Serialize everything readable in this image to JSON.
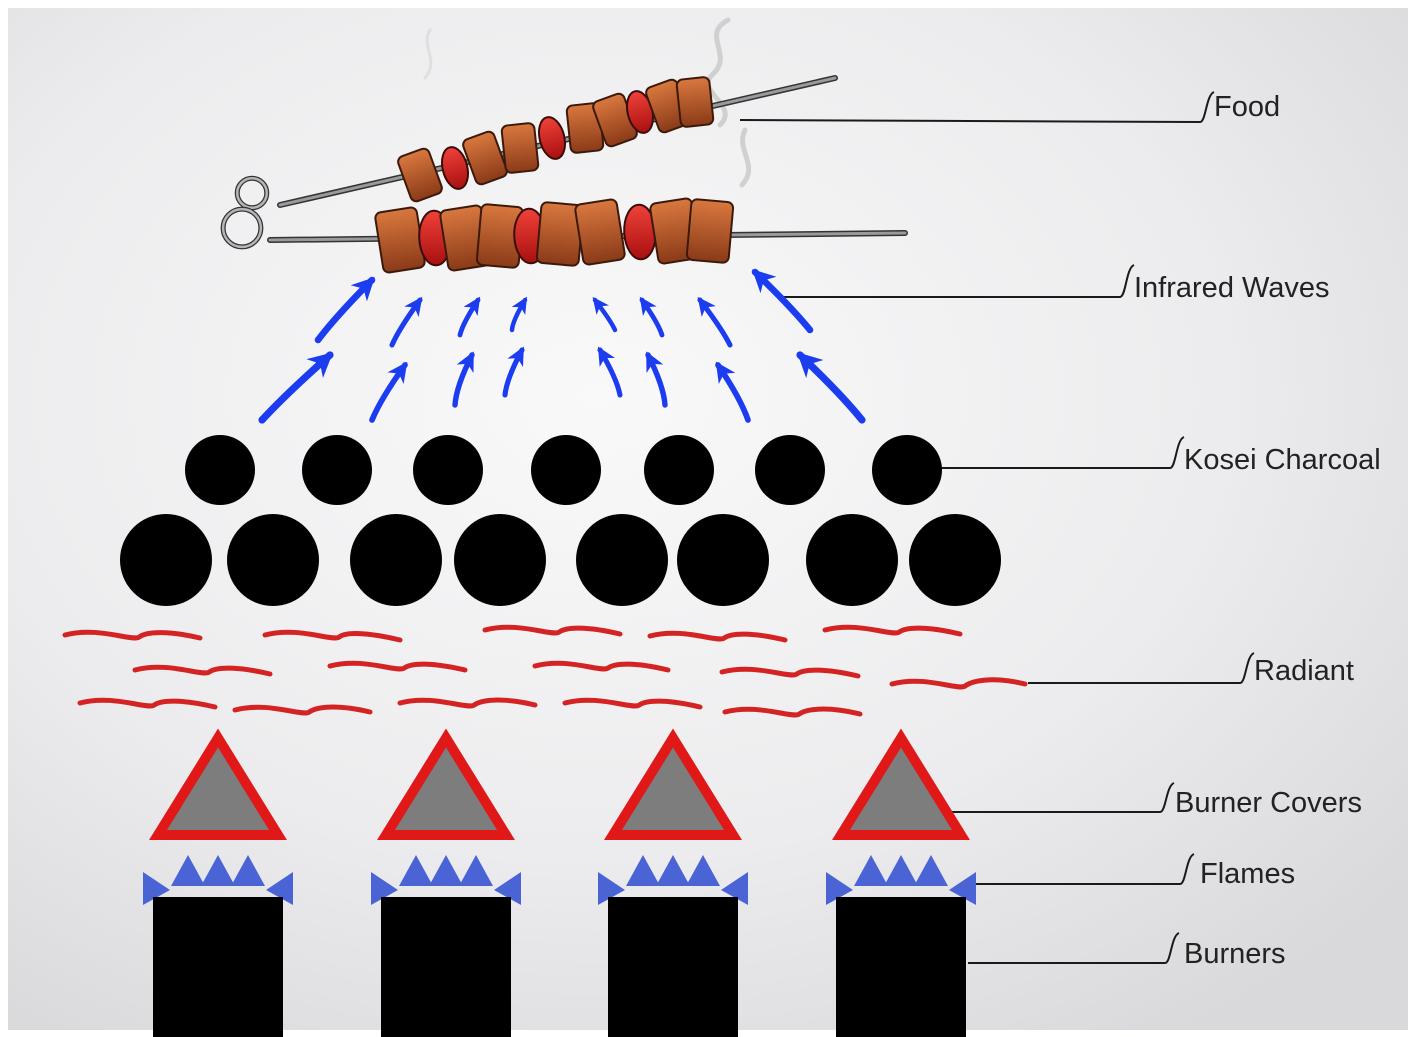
{
  "colors": {
    "background_light": "#f7f7f7",
    "background_mid": "#e4e4e6",
    "charcoal": "#000000",
    "infrared_arrows": "#1c3cf0",
    "radiant_waves": "#d42323",
    "burner_cover_outline": "#e01818",
    "burner_cover_fill": "#7d7d7d",
    "flames": "#4a64d6",
    "burners": "#000000",
    "leader_lines": "#1a1a1a",
    "meat": "#b5542a",
    "tomato": "#d8231e",
    "skewer": "#9a9a9a"
  },
  "labels": {
    "food": "Food",
    "infrared_waves": "Infrared Waves",
    "kosei_charcoal": "Kosei Charcoal",
    "radiant": "Radiant",
    "burner_covers": "Burner Covers",
    "flames": "Flames",
    "burners": "Burners"
  },
  "counts": {
    "burners": 4,
    "charcoal_top_row": 7,
    "charcoal_bottom_row": 8,
    "skewers": 2
  },
  "icons": [
    "skewer-icon",
    "infrared-arrow-icon",
    "charcoal-ball-icon",
    "radiant-wave-icon",
    "burner-cover-icon",
    "flame-icon",
    "burner-icon",
    "smoke-icon"
  ]
}
